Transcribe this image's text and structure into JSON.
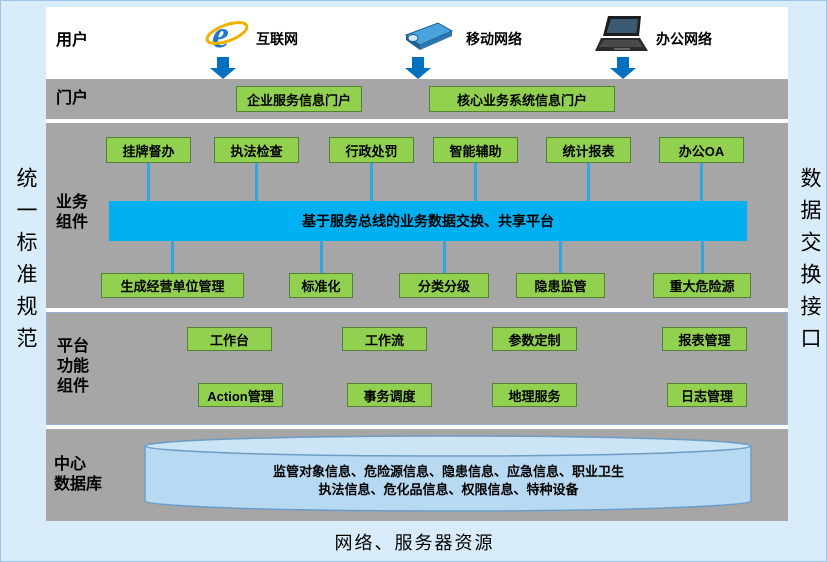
{
  "frame": {
    "left_label": "统一标准规范",
    "right_label": "数据交换接口",
    "bottom_label": "网络、服务器资源"
  },
  "users": {
    "label": "用户",
    "items": [
      {
        "icon": "ie-browser-icon",
        "label": "互联网"
      },
      {
        "icon": "projector-icon",
        "label": "移动网络"
      },
      {
        "icon": "laptop-icon",
        "label": "办公网络"
      }
    ]
  },
  "portal": {
    "label": "门户",
    "buttons": [
      "企业服务信息门户",
      "核心业务系统信息门户"
    ]
  },
  "business": {
    "label_lines": [
      "业务",
      "组件"
    ],
    "top_boxes": [
      "挂牌督办",
      "执法检查",
      "行政处罚",
      "智能辅助",
      "统计报表",
      "办公OA"
    ],
    "bus_bar": "基于服务总线的业务数据交换、共享平台",
    "bottom_boxes": [
      "生成经营单位管理",
      "标准化",
      "分类分级",
      "隐患监管",
      "重大危险源"
    ]
  },
  "platform": {
    "label_lines": [
      "平台",
      "功能",
      "组件"
    ],
    "row1": [
      "工作台",
      "工作流",
      "参数定制",
      "报表管理"
    ],
    "row2": [
      "Action管理",
      "事务调度",
      "地理服务",
      "日志管理"
    ]
  },
  "database": {
    "label_lines": [
      "中心",
      "数据库"
    ],
    "content_line1": "监管对象信息、危险源信息、隐患信息、应急信息、职业卫生",
    "content_line2": "执法信息、危化品信息、权限信息、特种设备"
  },
  "colors": {
    "page_bg": "#d9ecfa",
    "row_bg": "#a6a6a6",
    "green_box": "#92d050",
    "bus_bar": "#00b0f0",
    "arrow": "#0070c0",
    "connector": "#31a5dd",
    "cylinder_fill": "#b7d9f2"
  }
}
